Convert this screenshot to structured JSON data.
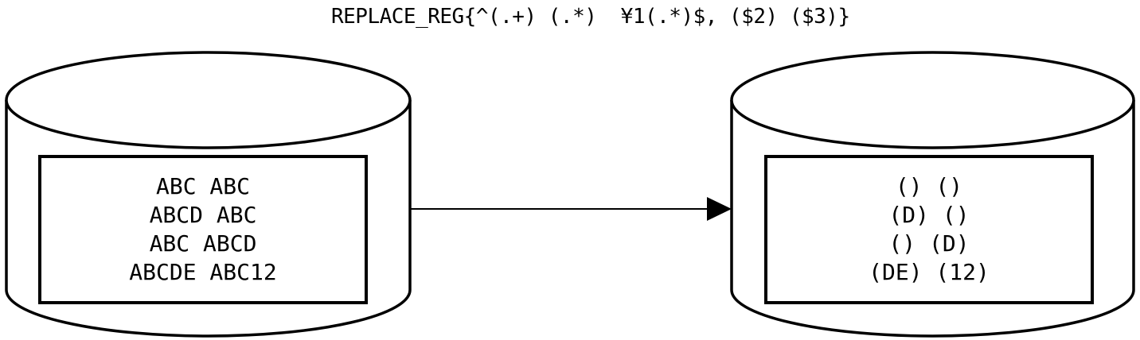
{
  "title": "REPLACE_REG{^(.+) (.*)  ¥1(.*)$, ($2) ($3)}",
  "source_db": {
    "lines": [
      "ABC ABC",
      "ABCD ABC",
      "ABC ABCD",
      "ABCDE ABC12"
    ]
  },
  "result_db": {
    "lines": [
      "() ()",
      "(D) ()",
      "() (D)",
      "(DE) (12)"
    ]
  },
  "colors": {
    "stroke": "#000000",
    "background": "#ffffff"
  }
}
